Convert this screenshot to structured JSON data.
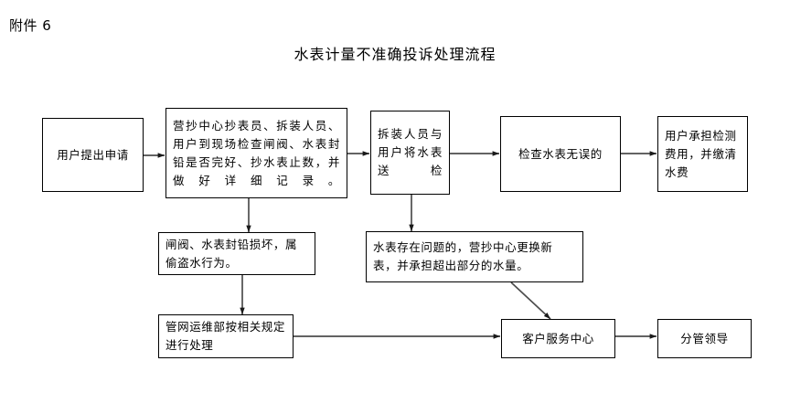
{
  "page": {
    "attachment_label": "附件 6",
    "title": "水表计量不准确投诉处理流程",
    "background_color": "#ffffff",
    "line_color": "#000000",
    "text_color": "#000000"
  },
  "flowchart": {
    "type": "flowchart",
    "orientation": "left-to-right",
    "nodes": [
      {
        "id": "n1",
        "label": "用户提出申请"
      },
      {
        "id": "n2",
        "label": "营抄中心抄表员、拆装人员、用户到现场检查闸阀、水表封铅是否完好、抄水表止数，并做好详细记录。"
      },
      {
        "id": "n3",
        "label": "拆装人员与用户将水表送检"
      },
      {
        "id": "n4",
        "label": "检查水表无误的"
      },
      {
        "id": "n5",
        "label": "用户承担检测费用，并缴清水费"
      },
      {
        "id": "n6",
        "label": "闸阀、水表封铅损坏，属偷盗水行为。"
      },
      {
        "id": "n7",
        "label": "水表存在问题的，营抄中心更换新表，并承担超出部分的水量。"
      },
      {
        "id": "n8",
        "label": "管网运维部按相关规定进行处理"
      },
      {
        "id": "n9",
        "label": "客户服务中心"
      },
      {
        "id": "n10",
        "label": "分管领导"
      }
    ],
    "edges": [
      {
        "from": "n1",
        "to": "n2",
        "direction": "right"
      },
      {
        "from": "n2",
        "to": "n3",
        "direction": "right"
      },
      {
        "from": "n3",
        "to": "n4",
        "direction": "right"
      },
      {
        "from": "n4",
        "to": "n5",
        "direction": "right"
      },
      {
        "from": "n2",
        "to": "n6",
        "direction": "down"
      },
      {
        "from": "n3",
        "to": "n7",
        "direction": "down"
      },
      {
        "from": "n6",
        "to": "n8",
        "direction": "down"
      },
      {
        "from": "n7",
        "to": "n9",
        "direction": "diagonal-down-right"
      },
      {
        "from": "n8",
        "to": "n9",
        "direction": "right"
      },
      {
        "from": "n9",
        "to": "n10",
        "direction": "right"
      }
    ]
  }
}
